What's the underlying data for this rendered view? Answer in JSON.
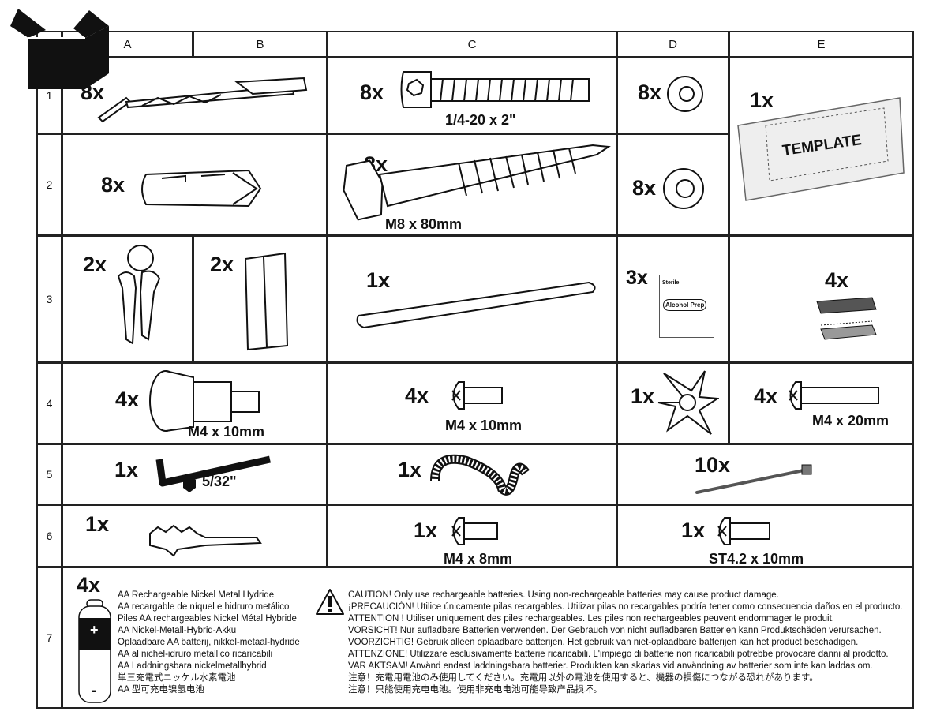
{
  "columns": [
    "A",
    "B",
    "C",
    "D",
    "E"
  ],
  "rows": [
    "1",
    "2",
    "3",
    "4",
    "5",
    "6",
    "7"
  ],
  "items": {
    "r1ab": {
      "qty": "8x"
    },
    "r1c": {
      "qty": "8x",
      "size": "1/4-20 x 2\""
    },
    "r1d": {
      "qty": "8x"
    },
    "r12e": {
      "qty": "1x",
      "label": "TEMPLATE"
    },
    "r2ab": {
      "qty": "8x"
    },
    "r2c": {
      "qty": "8x",
      "size": "M8 x 80mm"
    },
    "r2d": {
      "qty": "8x"
    },
    "r3a": {
      "qty": "2x"
    },
    "r3b": {
      "qty": "2x"
    },
    "r3c": {
      "qty": "1x"
    },
    "r3d": {
      "qty": "3x",
      "label1": "Sterile",
      "label2": "Alcohol Prep"
    },
    "r3e": {
      "qty": "4x"
    },
    "r4ab": {
      "qty": "4x",
      "size": "M4 x 10mm"
    },
    "r4c": {
      "qty": "4x",
      "size": "M4 x 10mm"
    },
    "r4d": {
      "qty": "1x"
    },
    "r4e": {
      "qty": "4x",
      "size": "M4 x 20mm"
    },
    "r5ab": {
      "qty": "1x",
      "size": "5/32\""
    },
    "r5c": {
      "qty": "1x"
    },
    "r5de": {
      "qty": "10x"
    },
    "r6ab": {
      "qty": "1x"
    },
    "r6c": {
      "qty": "1x",
      "size": "M4 x 8mm"
    },
    "r6de": {
      "qty": "1x",
      "size": "ST4.2 x 10mm"
    }
  },
  "battery": {
    "qty": "4x",
    "plus": "+",
    "minus": "-",
    "lines": [
      "AA Rechargeable Nickel Metal Hydride",
      "AA recargable de níquel e hidruro metálico",
      "Piles AA rechargeables Nickel Métal Hybride",
      "AA Nickel-Metall-Hybrid-Akku",
      "Oplaadbare AA batterij, nikkel-metaal-hydride",
      "AA al nichel-idruro metallico ricaricabili",
      "AA Laddningsbara nickelmetallhybrid",
      "単三充電式ニッケル水素電池",
      "AA 型可充电镍氢电池"
    ]
  },
  "caution": {
    "lines": [
      "CAUTION! Only use rechargeable batteries.  Using non-rechargeable batteries may cause product damage.",
      "¡PRECAUCIÓN! Utilice únicamente pilas recargables.  Utilizar pilas no recargables podría tener como consecuencia daños en el producto.",
      "ATTENTION ! Utiliser uniquement des piles rechargeables. Les piles non rechargeables peuvent endommager le produit.",
      "VORSICHT! Nur aufladbare Batterien verwenden.  Der Gebrauch von nicht aufladbaren Batterien kann Produktschäden verursachen.",
      "VOORZICHTIG! Gebruik alleen oplaadbare batterijen. Het gebruik van niet-oplaadbare batterijen kan het product beschadigen.",
      "ATTENZIONE! Utilizzare esclusivamente batterie ricaricabili. L'impiego di batterie non ricaricabili potrebbe provocare danni al prodotto.",
      "VAR AKTSAM! Använd endast laddningsbara batterier. Produkten kan skadas vid användning av batterier som inte kan laddas om.",
      "注意！充電用電池のみ使用してください。充電用以外の電池を使用すると、機器の損傷につながる恐れがあります。",
      "注意！只能使用充电电池。使用非充电电池可能导致产品损坏。"
    ]
  }
}
